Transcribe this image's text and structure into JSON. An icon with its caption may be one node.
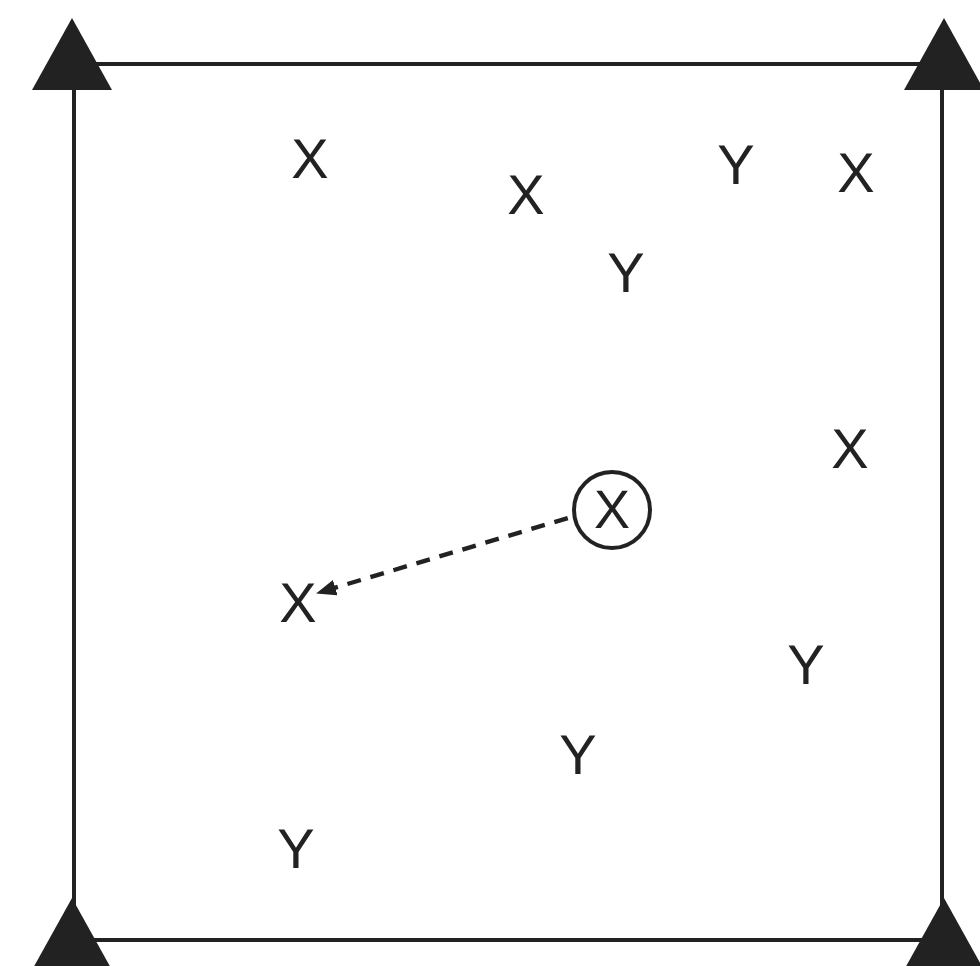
{
  "diagram": {
    "nodes": [
      {
        "text": [],
        "shape": "box"
      },
      {
        "text": [
          "X"
        ],
        "in": 0
      },
      {
        "text": [
          "X"
        ],
        "in": 0
      }
    ],
    "edges": [
      {
        "from": 1,
        "to": 2,
        "arrow": "to",
        "style": "dashed"
      }
    ],
    "labels": [
      "X",
      "Y",
      "X",
      "X",
      "Y",
      "X",
      "Y",
      "Y",
      "Y"
    ]
  }
}
